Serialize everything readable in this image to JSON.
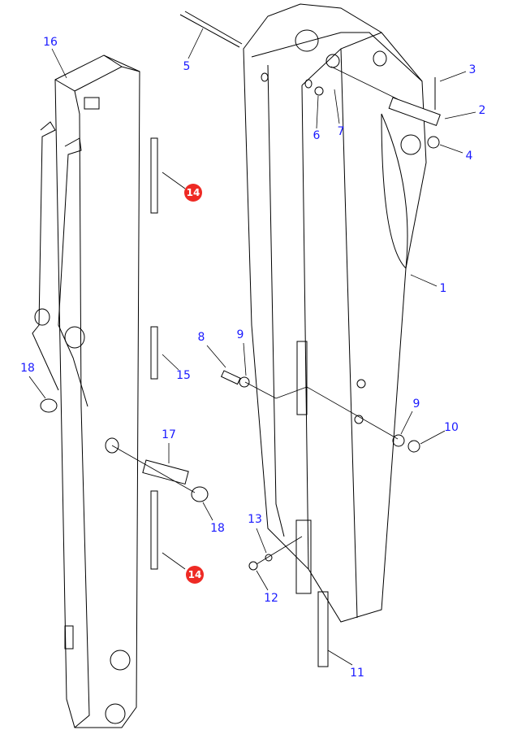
{
  "diagram": {
    "callouts": [
      {
        "id": "c16",
        "text": "16"
      },
      {
        "id": "c5",
        "text": "5"
      },
      {
        "id": "c3",
        "text": "3"
      },
      {
        "id": "c2",
        "text": "2"
      },
      {
        "id": "c4",
        "text": "4"
      },
      {
        "id": "c6",
        "text": "6"
      },
      {
        "id": "c7",
        "text": "7"
      },
      {
        "id": "c1",
        "text": "1"
      },
      {
        "id": "c8",
        "text": "8"
      },
      {
        "id": "c9a",
        "text": "9"
      },
      {
        "id": "c15",
        "text": "15"
      },
      {
        "id": "c18a",
        "text": "18"
      },
      {
        "id": "c9b",
        "text": "9"
      },
      {
        "id": "c10",
        "text": "10"
      },
      {
        "id": "c17",
        "text": "17"
      },
      {
        "id": "c18b",
        "text": "18"
      },
      {
        "id": "c13",
        "text": "13"
      },
      {
        "id": "c12",
        "text": "12"
      },
      {
        "id": "c11",
        "text": "11"
      }
    ],
    "highlight_badges": [
      {
        "id": "b14a",
        "text": "14"
      },
      {
        "id": "b14b",
        "text": "14"
      }
    ],
    "colors": {
      "callout": "#1a1aff",
      "badge": "#ee2a24",
      "line": "#000000"
    }
  }
}
